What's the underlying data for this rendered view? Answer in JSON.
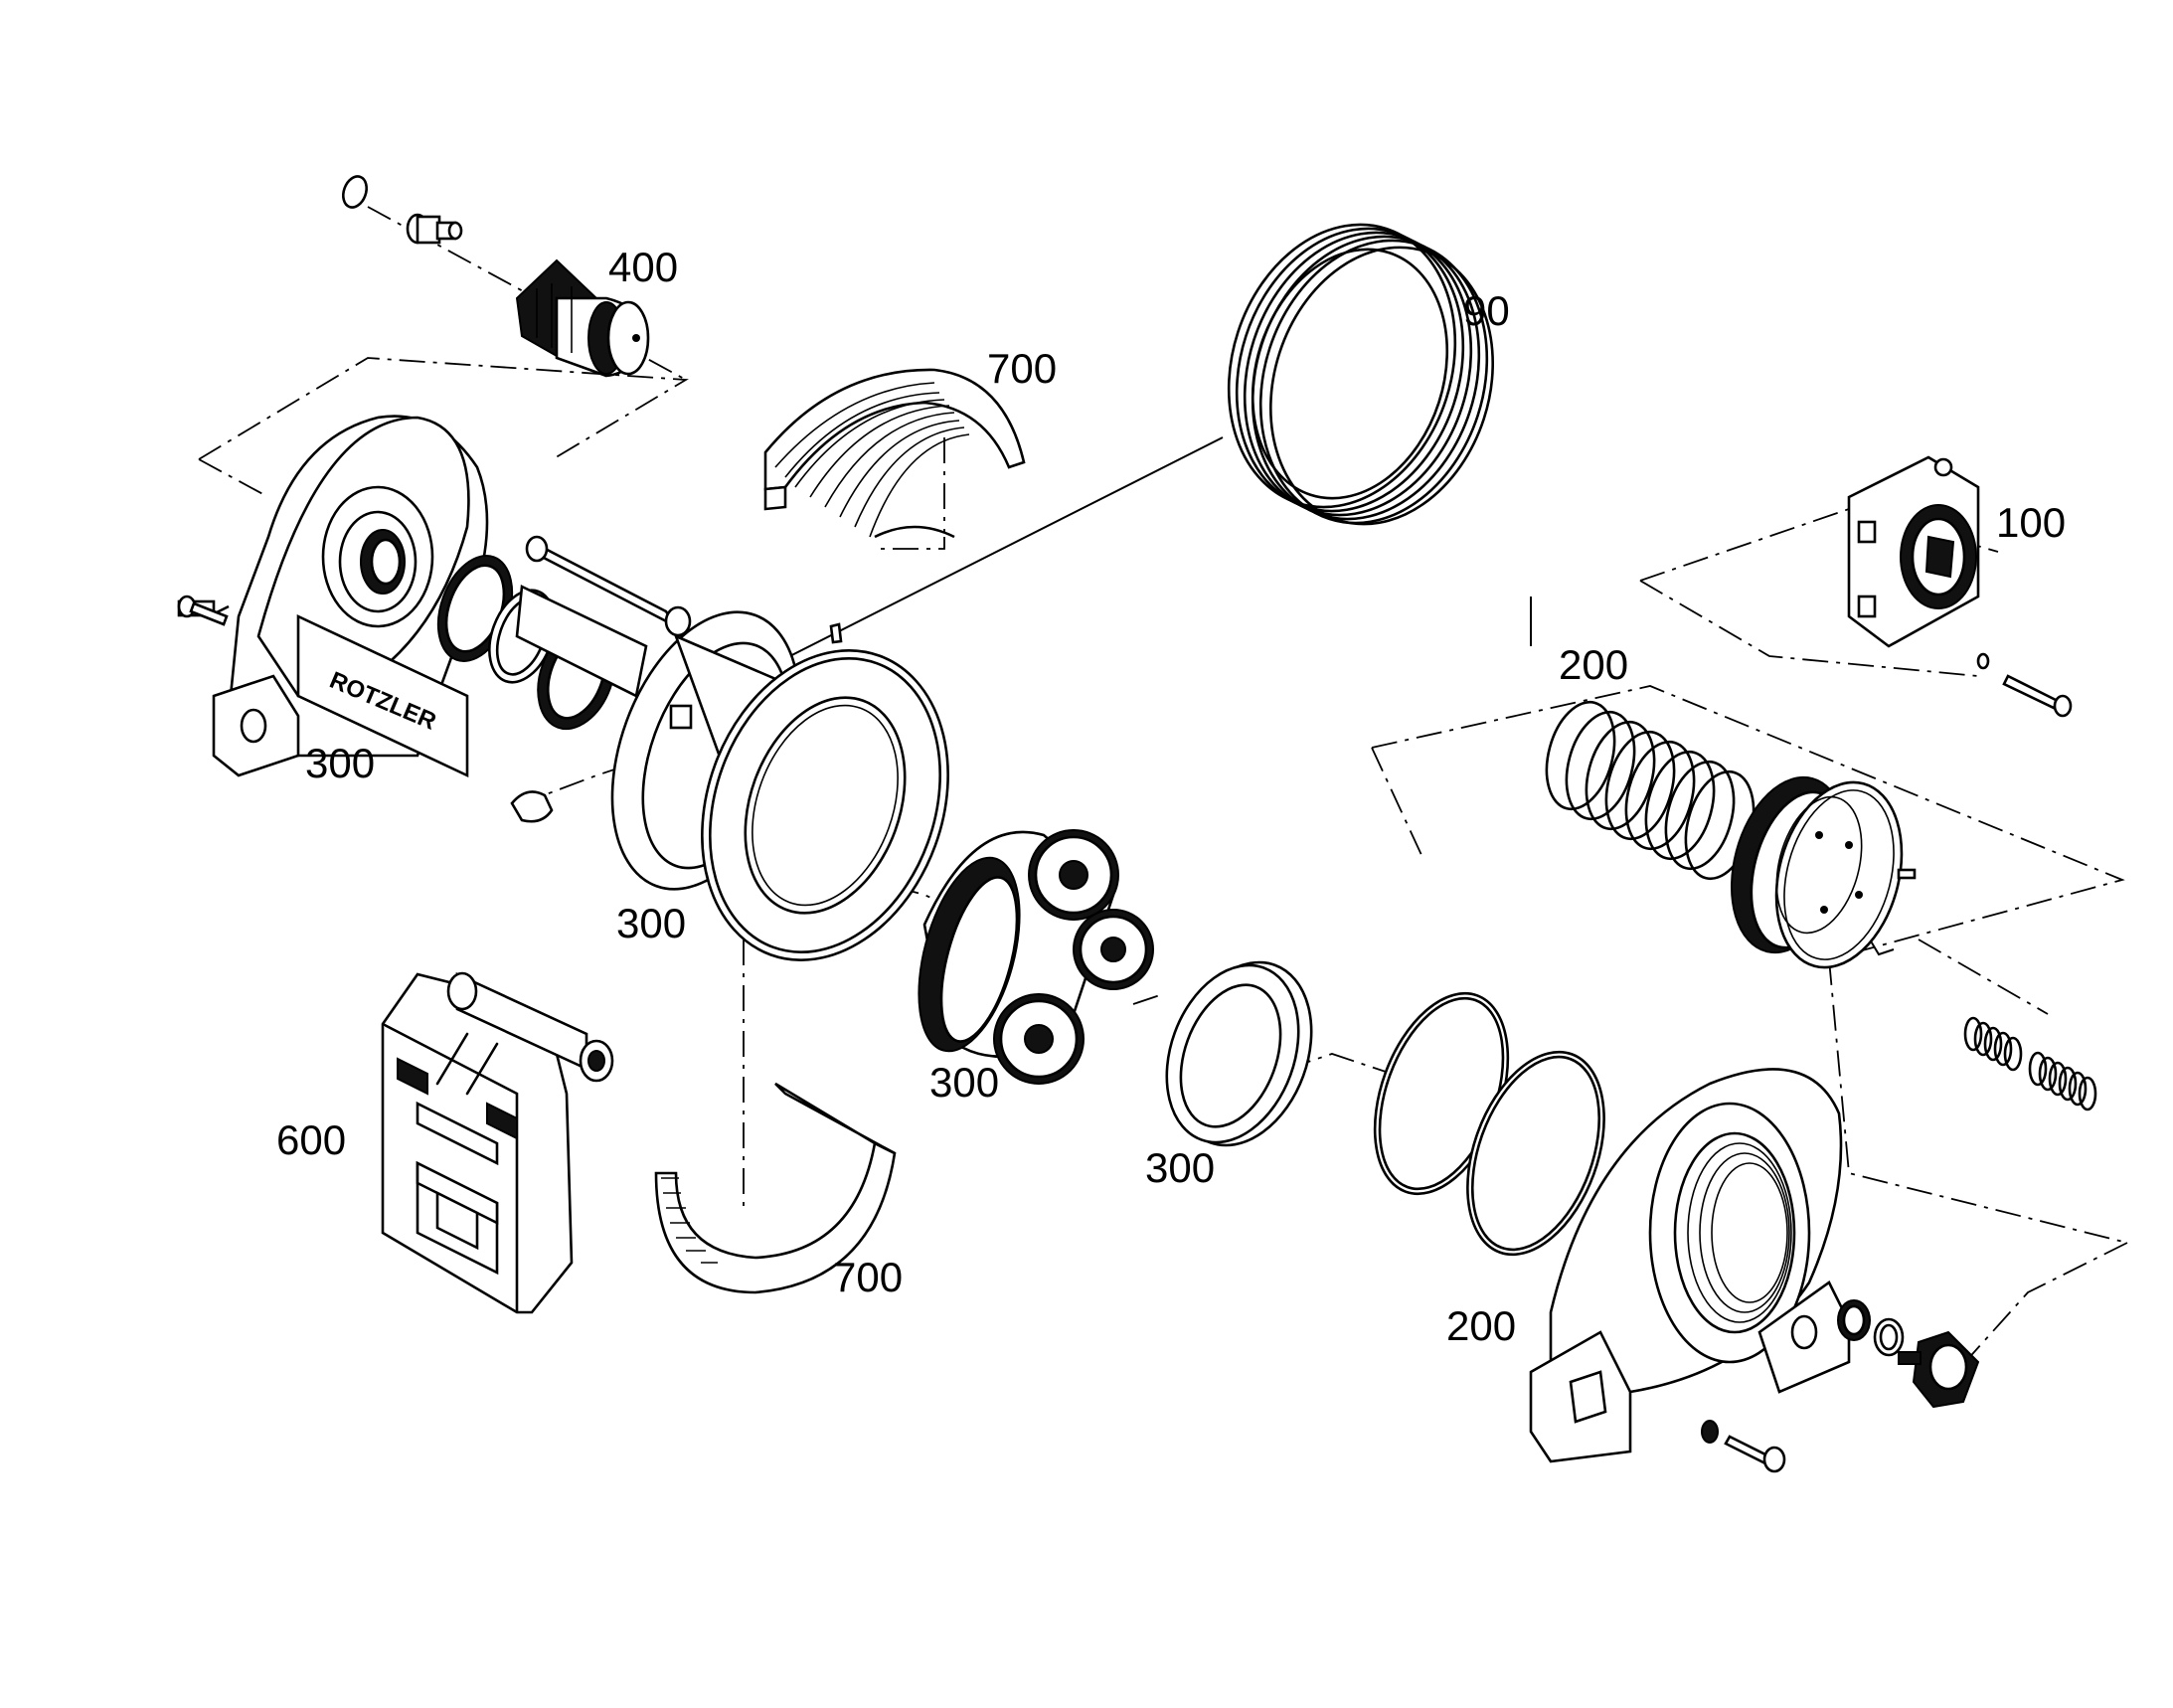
{
  "diagram": {
    "type": "exploded-parts-drawing",
    "callouts": [
      {
        "id": "c400",
        "label": "400"
      },
      {
        "id": "c700a",
        "label": "700"
      },
      {
        "id": "c90",
        "label": "90"
      },
      {
        "id": "c100",
        "label": "100"
      },
      {
        "id": "c200a",
        "label": "200"
      },
      {
        "id": "c300a",
        "label": "300"
      },
      {
        "id": "c300b",
        "label": "300"
      },
      {
        "id": "c300c",
        "label": "300"
      },
      {
        "id": "c300d",
        "label": "300"
      },
      {
        "id": "c600",
        "label": "600"
      },
      {
        "id": "c700b",
        "label": "700"
      },
      {
        "id": "c200b",
        "label": "200"
      }
    ],
    "brand_plate_text": "ROTZLER"
  }
}
